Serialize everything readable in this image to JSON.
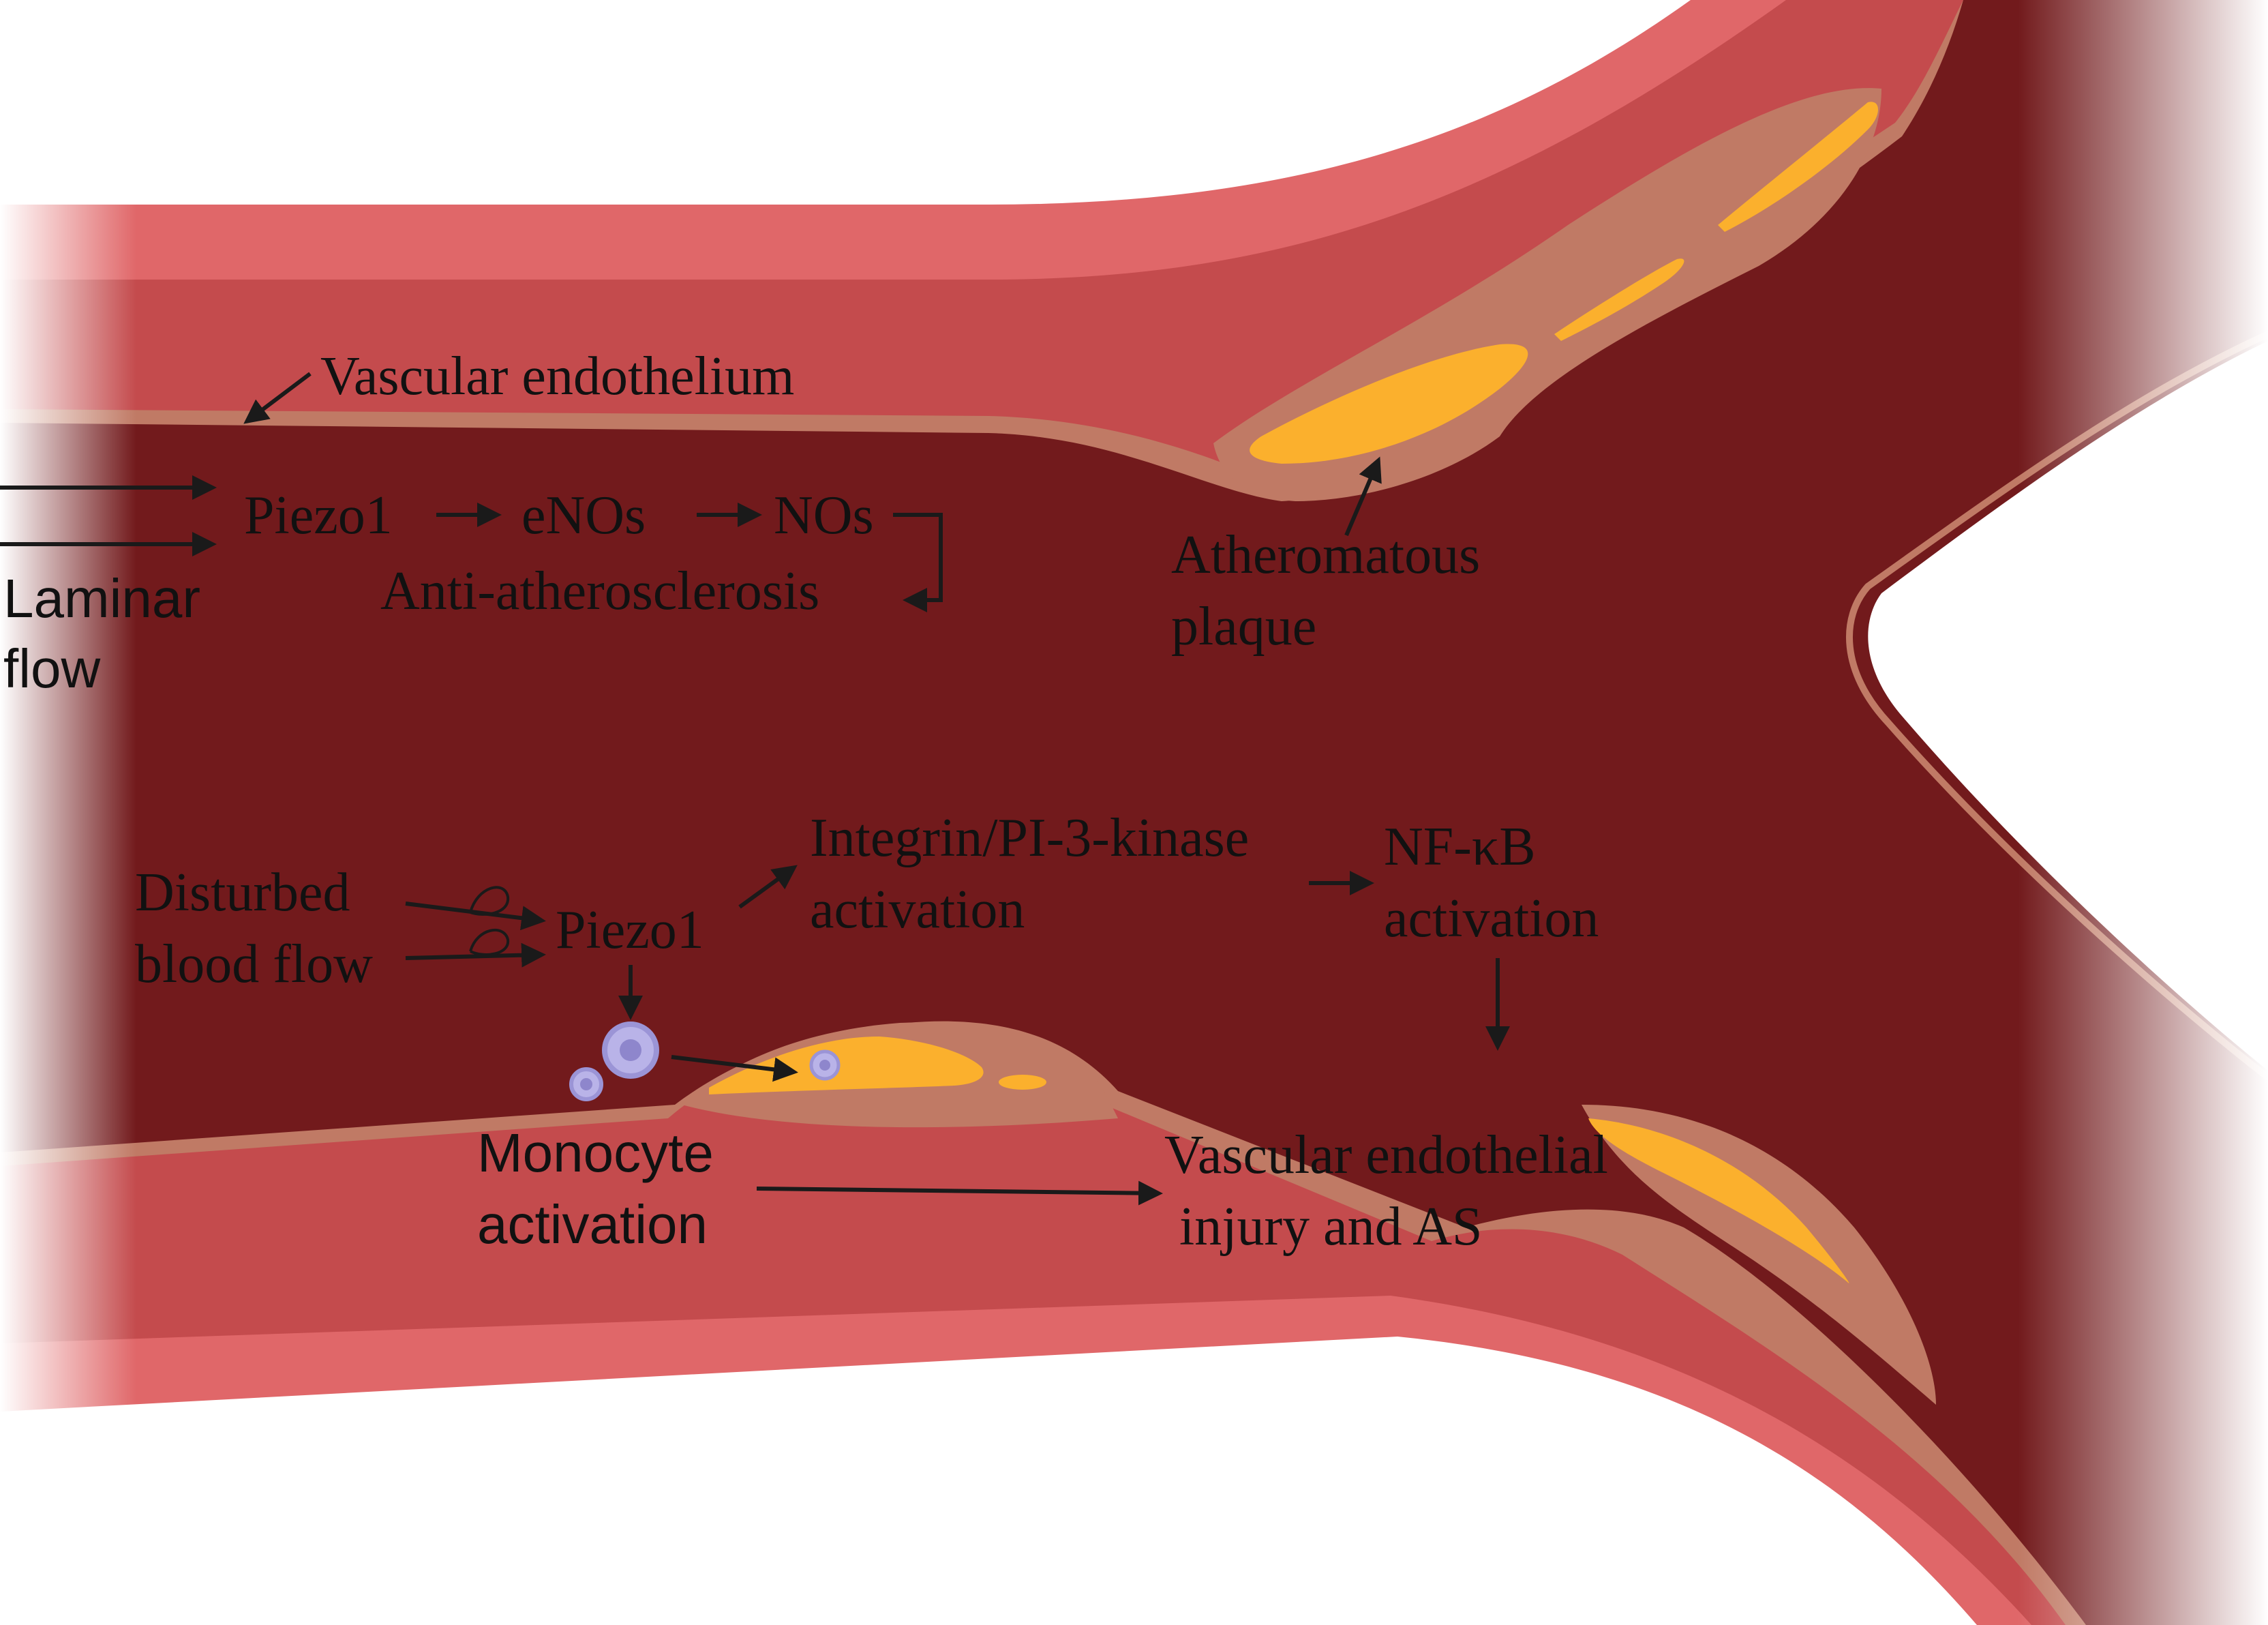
{
  "labels": {
    "vascular_endothelium": "Vascular endothelium",
    "laminar_flow_line1": "Laminar",
    "laminar_flow_line2": "flow",
    "piezo1_top": "Piezo1",
    "enos": "eNOs",
    "nos": "NOs",
    "anti_atherosclerosis": "Anti-atherosclerosis",
    "atheromatous_line1": "Atheromatous",
    "atheromatous_line2": "plaque",
    "disturbed_line1": "Disturbed",
    "disturbed_line2": "blood flow",
    "piezo1_bottom": "Piezo1",
    "integrin_line1": "Integrin/PI-3-kinase",
    "integrin_line2": "activation",
    "nfkb_line1": "NF-κB",
    "nfkb_line2": "activation",
    "monocyte_line1": "Monocyte",
    "monocyte_line2": "activation",
    "injury_line1": "Vascular endothelial",
    "injury_line2": "injury and AS"
  },
  "colors": {
    "lumen": "#721a1c",
    "media": "#c44b4d",
    "adventitia": "#e06769",
    "intima": "#c07a65",
    "plaque_lipid": "#fbb02d",
    "monocyte": "#b9b3e8"
  }
}
